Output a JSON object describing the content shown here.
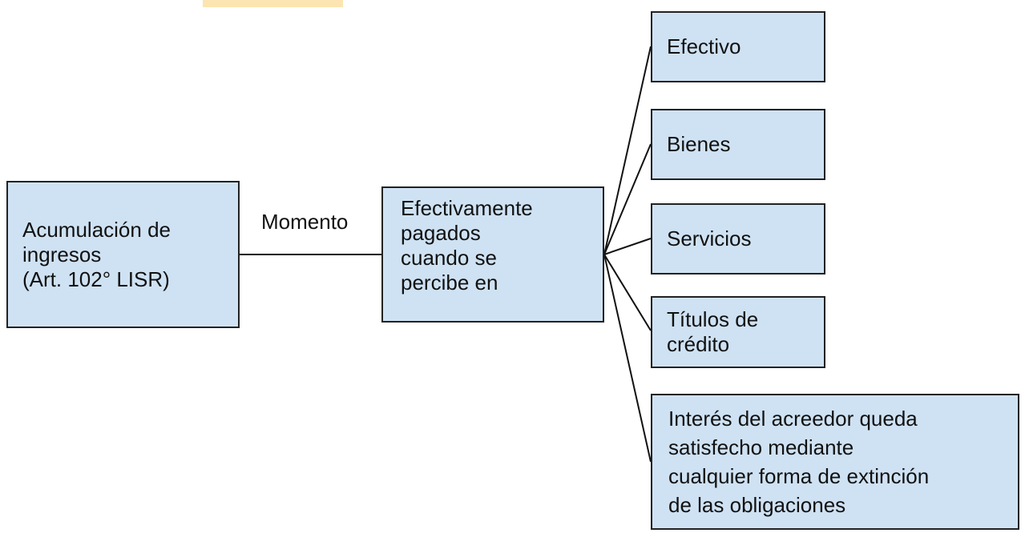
{
  "colors": {
    "box_fill": "#cfe2f3",
    "box_border": "#222222",
    "text": "#111111",
    "line": "#111111",
    "highlight": "#fce5b1"
  },
  "root": {
    "lines": [
      "Acumulación de",
      "ingresos",
      "(Art. 102° LISR)"
    ]
  },
  "edge_label": "Momento",
  "middle": {
    "lines": [
      "Efectivamente",
      "pagados",
      "cuando se",
      "percibe en"
    ]
  },
  "branches": [
    {
      "lines": [
        "Efectivo"
      ]
    },
    {
      "lines": [
        "Bienes"
      ]
    },
    {
      "lines": [
        "Servicios"
      ]
    },
    {
      "lines": [
        "Títulos de",
        "crédito"
      ]
    },
    {
      "lines": [
        "Interés del acreedor queda",
        "satisfecho mediante",
        "cualquier forma de extinción",
        "de las obligaciones"
      ]
    }
  ]
}
